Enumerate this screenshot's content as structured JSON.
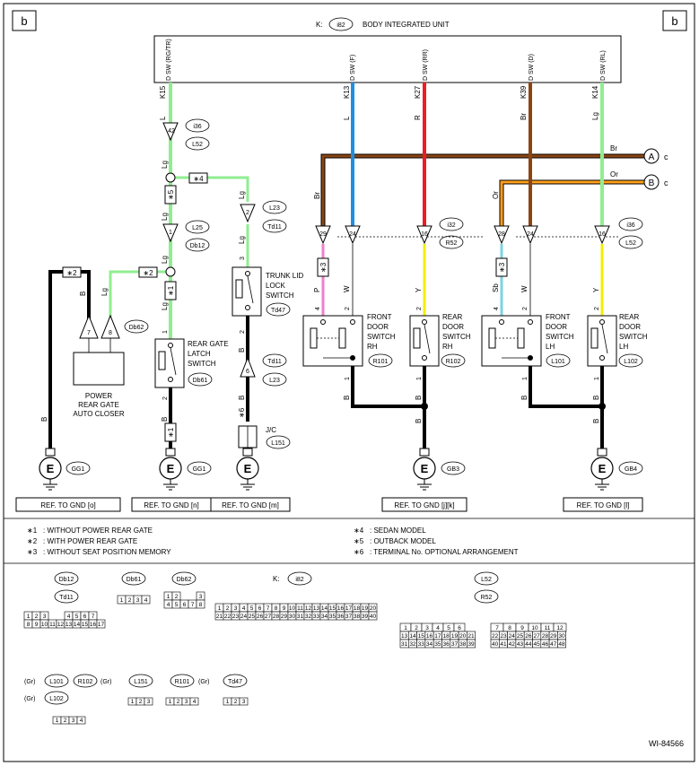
{
  "page": {
    "corner_left": "b",
    "corner_right": "b",
    "figure_id": "WI-84566"
  },
  "unit": {
    "prefix": "K:",
    "connector": "i82",
    "title": "BODY INTEGRATED UNIT",
    "pins": [
      {
        "pin": "K15",
        "color": "L",
        "signal": "D SW (RG/TR)"
      },
      {
        "pin": "K13",
        "color": "L",
        "signal": "D SW (F)"
      },
      {
        "pin": "K27",
        "color": "R",
        "signal": "D SW (RR)"
      },
      {
        "pin": "K39",
        "color": "Br",
        "signal": "D SW (D)"
      },
      {
        "pin": "K14",
        "color": "Lg",
        "signal": "D SW (RL)"
      }
    ]
  },
  "offpage": [
    {
      "letter": "A",
      "target": "c",
      "wire": "Br"
    },
    {
      "letter": "B",
      "target": "c",
      "wire": "Or"
    }
  ],
  "wire_labels": {
    "lg": "Lg",
    "br": "Br",
    "or": "Or",
    "l": "L",
    "b": "B",
    "p": "P",
    "w": "W",
    "y": "Y",
    "sb": "Sb",
    "r": "R"
  },
  "pin_numbers": {
    "p42": "42",
    "p2": "2",
    "p1": "1",
    "p3": "3",
    "p4": "4",
    "p6": "6",
    "p7": "7",
    "p8": "8",
    "p29": "29",
    "p24": "24",
    "p16": "16",
    "p28": "28",
    "p5": "5",
    "p12": "12"
  },
  "notes": {
    "n1": "∗1",
    "n2": "∗2",
    "n3": "∗3",
    "n4": "∗4",
    "n5": "∗5",
    "n6": "∗6"
  },
  "connectors": {
    "i36": "i36",
    "L52": "L52",
    "L25": "L25",
    "Db12": "Db12",
    "Db62": "Db62",
    "Db61": "Db61",
    "L23": "L23",
    "Td11": "Td11",
    "Td47": "Td47",
    "L151": "L151",
    "i32": "i32",
    "R52": "R52",
    "R101": "R101",
    "R102": "R102",
    "L101": "L101",
    "L102": "L102",
    "GG1": "GG1",
    "GB3": "GB3",
    "GB4": "GB4",
    "i82": "i82"
  },
  "components": {
    "closer": [
      "POWER",
      "REAR GATE",
      "AUTO CLOSER"
    ],
    "latch": [
      "REAR GATE",
      "LATCH",
      "SWITCH"
    ],
    "trunk": [
      "TRUNK LID",
      "LOCK",
      "SWITCH"
    ],
    "jc": "J/C",
    "fd_rh": [
      "FRONT",
      "DOOR",
      "SWITCH",
      "RH"
    ],
    "rd_rh": [
      "REAR",
      "DOOR",
      "SWITCH",
      "RH"
    ],
    "fd_lh": [
      "FRONT",
      "DOOR",
      "SWITCH",
      "LH"
    ],
    "rd_lh": [
      "REAR",
      "DOOR",
      "SWITCH",
      "LH"
    ],
    "ground": "E"
  },
  "ref_gnd": [
    "REF. TO GND [o]",
    "REF. TO GND [n]",
    "REF. TO GND [m]",
    "REF. TO GND [j][k]",
    "REF. TO GND [l]"
  ],
  "legend": [
    {
      "mark": "∗1",
      "text": ": WITHOUT POWER REAR GATE"
    },
    {
      "mark": "∗2",
      "text": ": WITH POWER REAR GATE"
    },
    {
      "mark": "∗3",
      "text": ": WITHOUT SEAT POSITION MEMORY"
    },
    {
      "mark": "∗4",
      "text": ": SEDAN MODEL"
    },
    {
      "mark": "∗5",
      "text": ": OUTBACK MODEL"
    },
    {
      "mark": "∗6",
      "text": ": TERMINAL No. OPTIONAL ARRANGEMENT"
    }
  ],
  "connector_views": {
    "db12_td11": {
      "top": [
        "1",
        "2",
        "3",
        "",
        "4",
        "5",
        "6",
        "7"
      ],
      "bottom": [
        "8",
        "9",
        "10",
        "11",
        "12",
        "13",
        "14",
        "15",
        "16",
        "17"
      ]
    },
    "db61": [
      "1",
      "2",
      "3",
      "4"
    ],
    "db62": {
      "top": [
        "1",
        "2",
        "",
        "3"
      ],
      "bottom": [
        "4",
        "5",
        "6",
        "7",
        "8"
      ]
    },
    "k_prefix": "K:",
    "i82": {
      "top": [
        "1",
        "2",
        "3",
        "4",
        "5",
        "6",
        "7",
        "8",
        "9",
        "10",
        "11",
        "12",
        "13",
        "14",
        "15",
        "16",
        "17",
        "18",
        "19",
        "20"
      ],
      "bottom": [
        "21",
        "22",
        "23",
        "24",
        "25",
        "26",
        "27",
        "28",
        "29",
        "30",
        "31",
        "32",
        "33",
        "34",
        "35",
        "36",
        "37",
        "38",
        "39",
        "40"
      ]
    },
    "l52r52": {
      "l_top": [
        "1",
        "2",
        "3",
        "4",
        "5",
        "6"
      ],
      "l_mid": [
        "13",
        "14",
        "15",
        "16",
        "17",
        "18",
        "19",
        "20",
        "21"
      ],
      "l_bot": [
        "31",
        "32",
        "33",
        "34",
        "35",
        "36",
        "37",
        "38",
        "39"
      ],
      "r_top": [
        "7",
        "8",
        "9",
        "10",
        "11",
        "12"
      ],
      "r_mid": [
        "22",
        "23",
        "24",
        "25",
        "26",
        "27",
        "28",
        "29",
        "30"
      ],
      "r_bot": [
        "40",
        "41",
        "42",
        "43",
        "44",
        "45",
        "46",
        "47",
        "48"
      ]
    },
    "gr": "(Gr)",
    "four": [
      "1",
      "2",
      "3",
      "4"
    ],
    "three": [
      "1",
      "2",
      "3"
    ]
  },
  "colors": {
    "L": "#1e8fe0",
    "R": "#ee1c24",
    "Br": "#8b4513",
    "Lg": "#90ee90",
    "Or": "#ff9f1a",
    "Y": "#f5ee00",
    "P": "#ef7fce",
    "Sb": "#7fd3e0",
    "B": "#000000"
  }
}
